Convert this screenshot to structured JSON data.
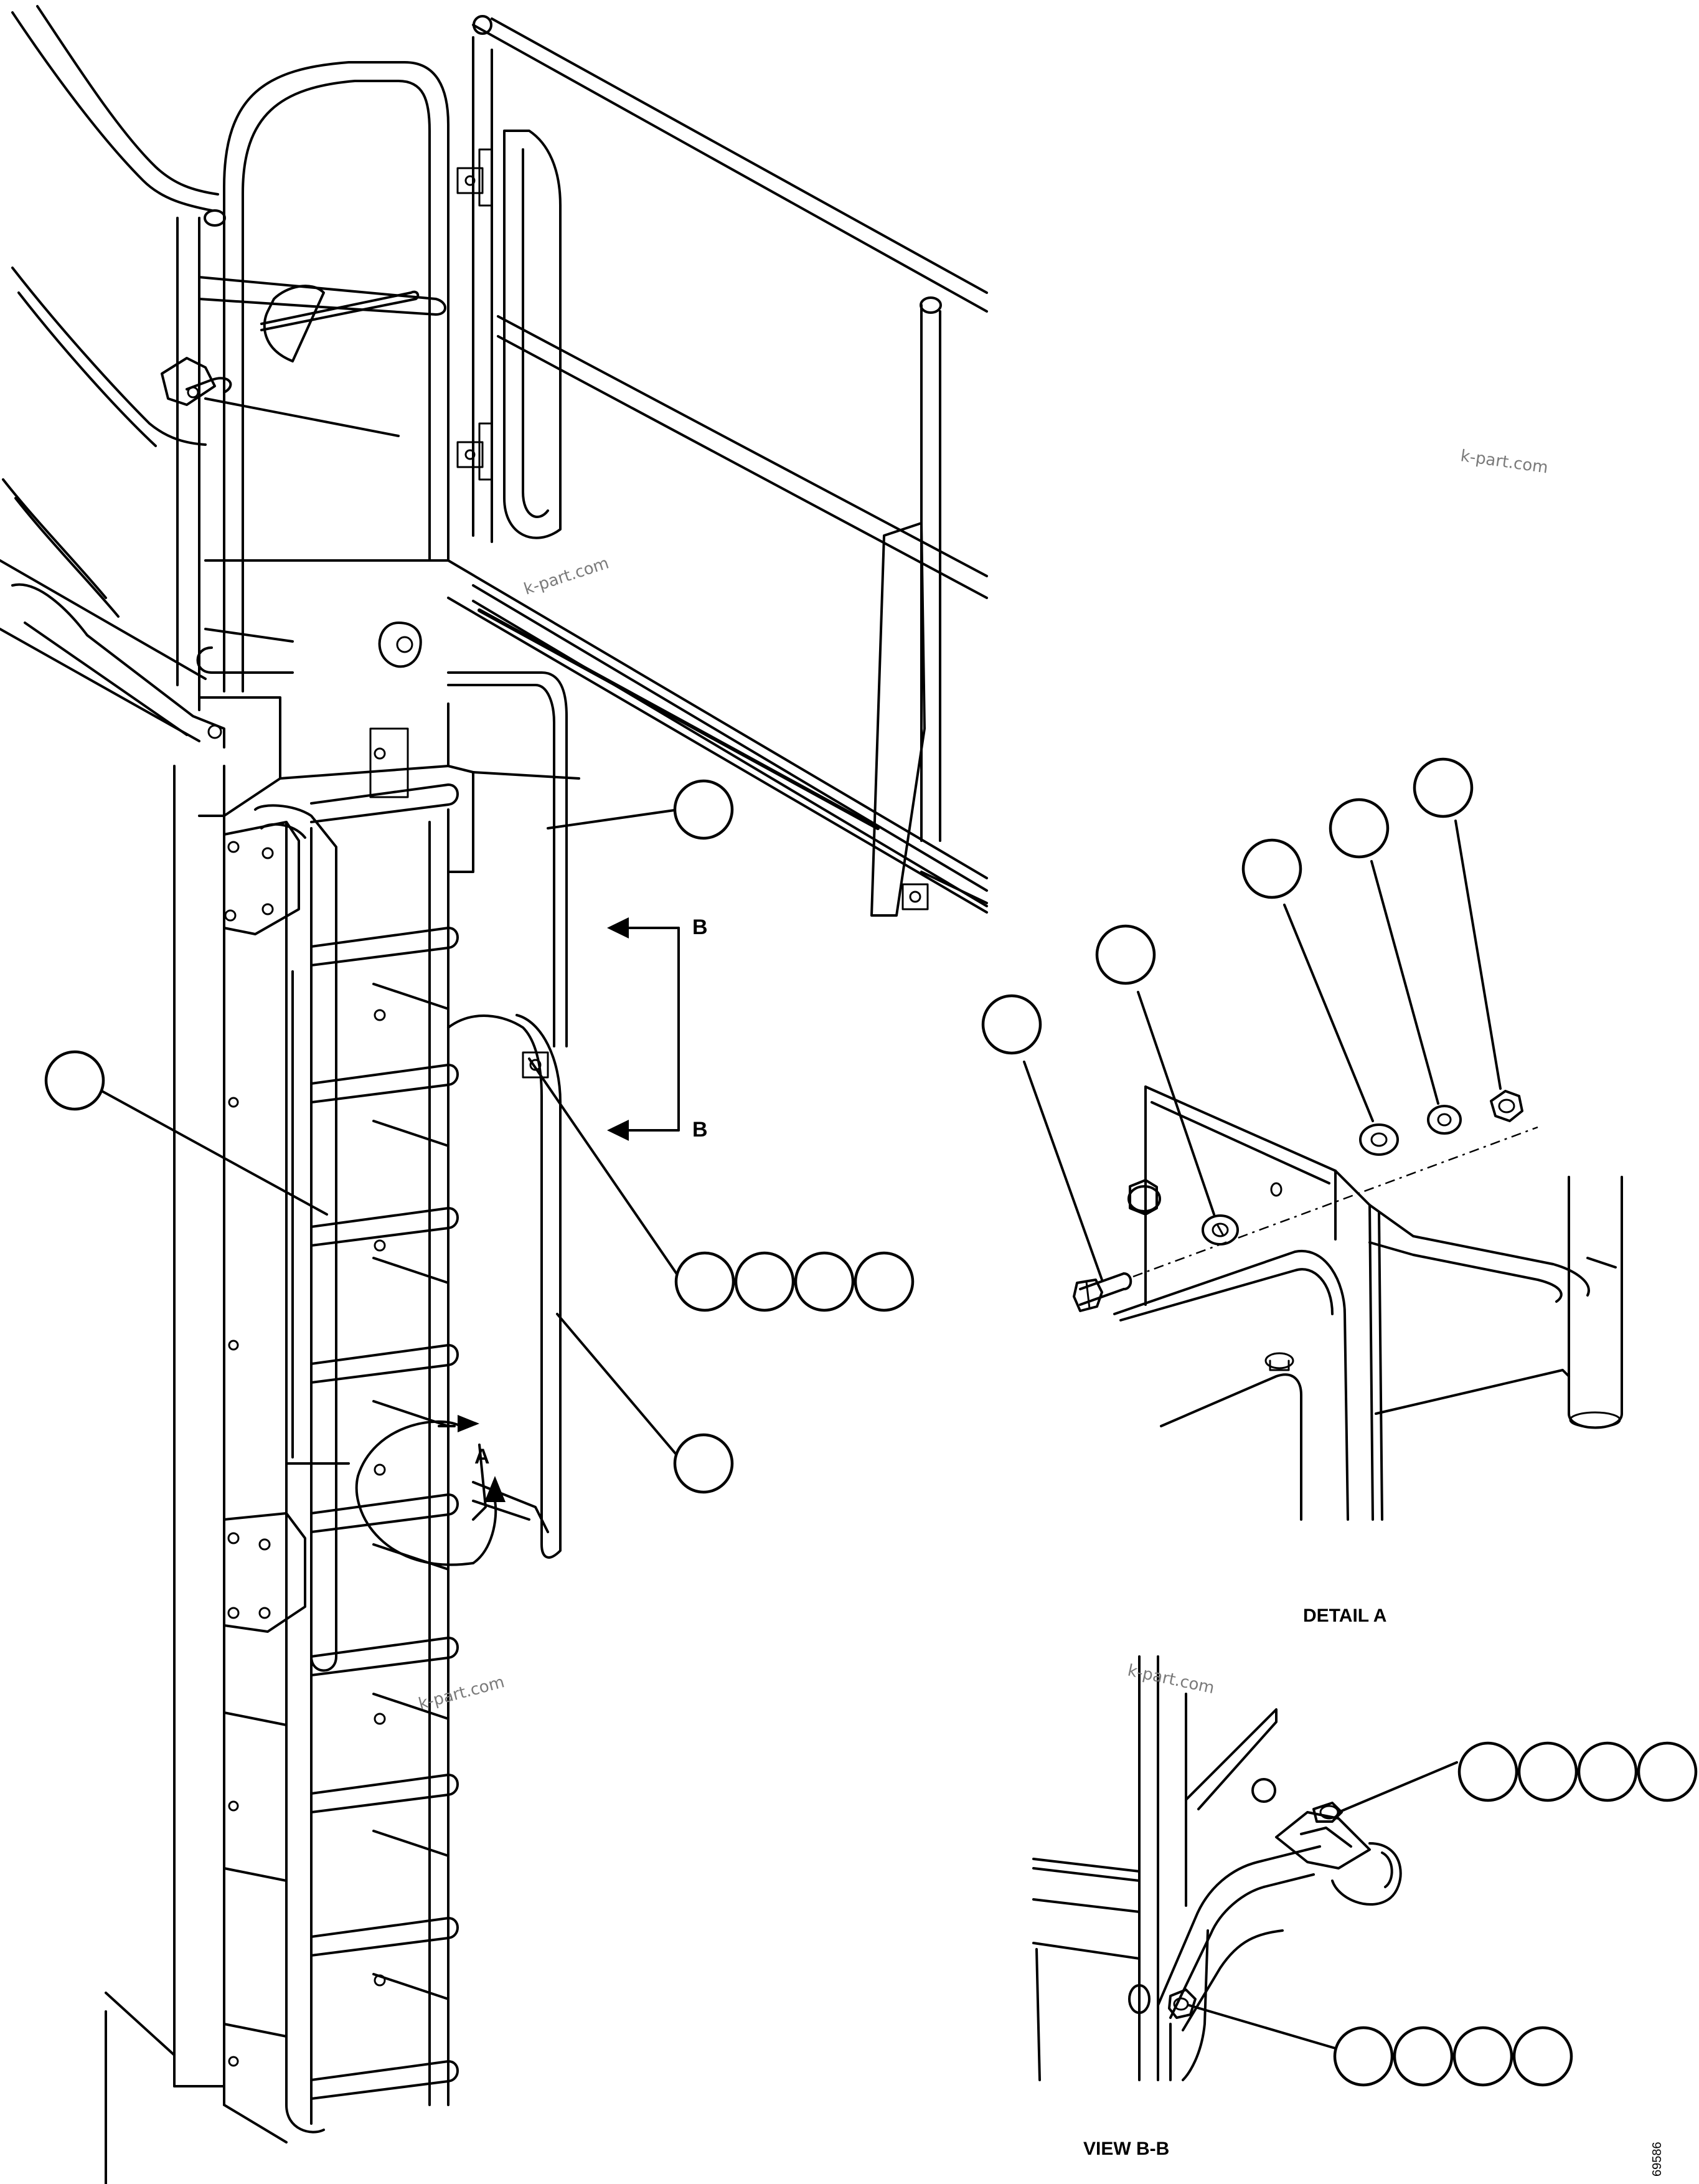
{
  "figure": {
    "section_marker": "B",
    "detail_marker": "A",
    "detail_title": "DETAIL A",
    "view_title": "VIEW B-B",
    "figure_number": "69586",
    "watermark": "k-part.com"
  }
}
